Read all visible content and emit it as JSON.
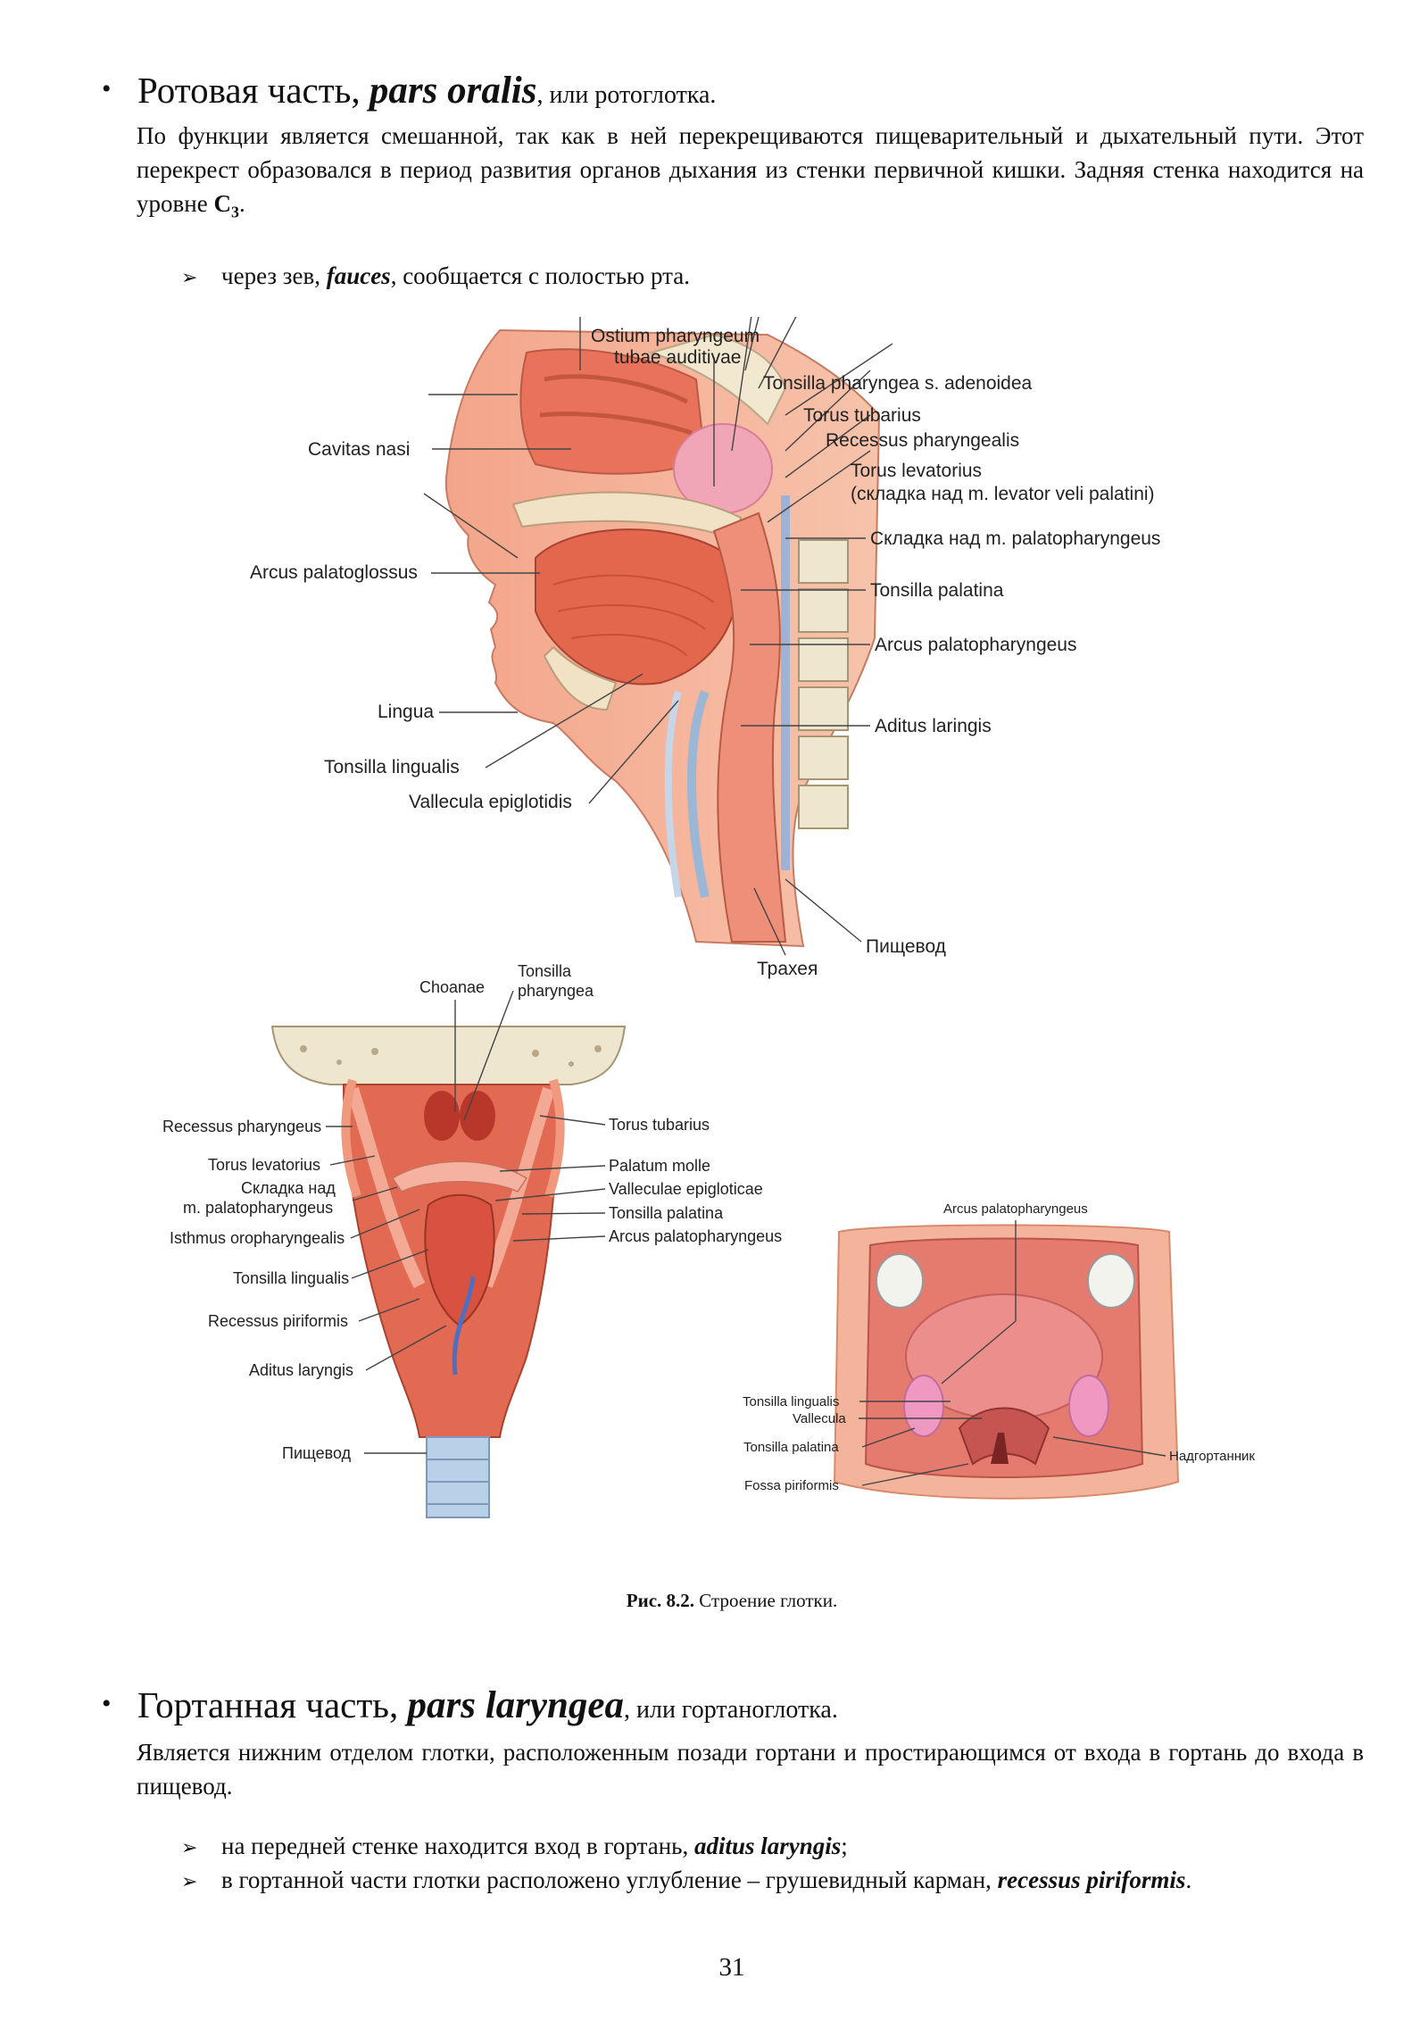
{
  "section1": {
    "title": "Ротовая часть, ",
    "latin": "pars oralis",
    "suffix": ", или ротоглотка.",
    "para_a": "По функции является смешанной, так как в ней перекрещиваются пищеварительный и дыхательный пути. Этот перекрест образовался в период развития органов дыхания из стенки первичной кишки. Задняя стенка находится на уровне ",
    "para_c": "C",
    "para_sub": "3",
    "para_end": ".",
    "bullet_a": "через зев, ",
    "bullet_latin": "fauces",
    "bullet_b": ", сообщается с полостью рта."
  },
  "figure_sagittal": {
    "labels": {
      "ostium1": "Ostium pharyngeum",
      "ostium2": "tubae auditivae",
      "tonsilla_pharyngea": "Tonsilla pharyngea s. adenoidea",
      "torus_tubarius": "Torus tubarius",
      "recessus": "Recessus pharyngealis",
      "torus_levatorius1": "Torus levatorius",
      "torus_levatorius2": "(складка над m. levator veli palatini)",
      "skladka": "Складка над m. palatopharyngeus",
      "tonsilla_palatina": "Tonsilla palatina",
      "arcus_palatopharyngeus": "Arcus palatopharyngeus",
      "aditus": "Aditus laringis",
      "pishchevod": "Пищевод",
      "traheya": "Трахея",
      "cavitas": "Cavitas nasi",
      "arcus_palatoglossus": "Arcus palatoglossus",
      "lingua": "Lingua",
      "tonsilla_lingualis": "Tonsilla lingualis",
      "vallecula": "Vallecula epiglotidis"
    }
  },
  "figure_posterior": {
    "labels": {
      "choanae": "Choanae",
      "tonsilla1": "Tonsilla",
      "tonsilla2": "pharyngea",
      "recessus": "Recessus pharyngeus",
      "torus_levatorius": "Torus levatorius",
      "skladka1": "Складка над",
      "skladka2": "m. palatopharyngeus",
      "isthmus": "Isthmus oropharyngealis",
      "tonsilla_lingualis": "Tonsilla lingualis",
      "recessus_piriformis": "Recessus piriformis",
      "aditus": "Aditus laryngis",
      "pishchevod": "Пищевод",
      "torus_tubarius": "Torus tubarius",
      "palatum": "Palatum molle",
      "valleculae": "Valleculae epigloticae",
      "tonsilla_palatina": "Tonsilla palatina",
      "arcus": "Arcus palatopharyngeus"
    }
  },
  "figure_oral": {
    "labels": {
      "arcus": "Arcus palatopharyngeus",
      "tonsilla_lingualis": "Tonsilla lingualis",
      "vallecula": "Vallecula",
      "tonsilla_palatina": "Tonsilla palatina",
      "fossa": "Fossa piriformis",
      "nadgortannik": "Надгортанник"
    }
  },
  "caption": {
    "bold": "Рис. 8.2.",
    "text": " Строение глотки."
  },
  "section2": {
    "title": "Гортанная часть, ",
    "latin": "pars laryngea",
    "suffix": ", или гортаноглотка.",
    "para": "Является нижним отделом глотки, расположенным позади гортани и простирающимся от входа в гортань до входа в пищевод.",
    "bullet1_a": "на передней стенке находится вход в гортань, ",
    "bullet1_latin": "aditus laryngis",
    "bullet1_b": ";",
    "bullet2_a": "в гортанной части глотки расположено углубление – грушевидный карман, ",
    "bullet2_latin": "recessus piriformis",
    "bullet2_b": "."
  },
  "page_number": "31"
}
